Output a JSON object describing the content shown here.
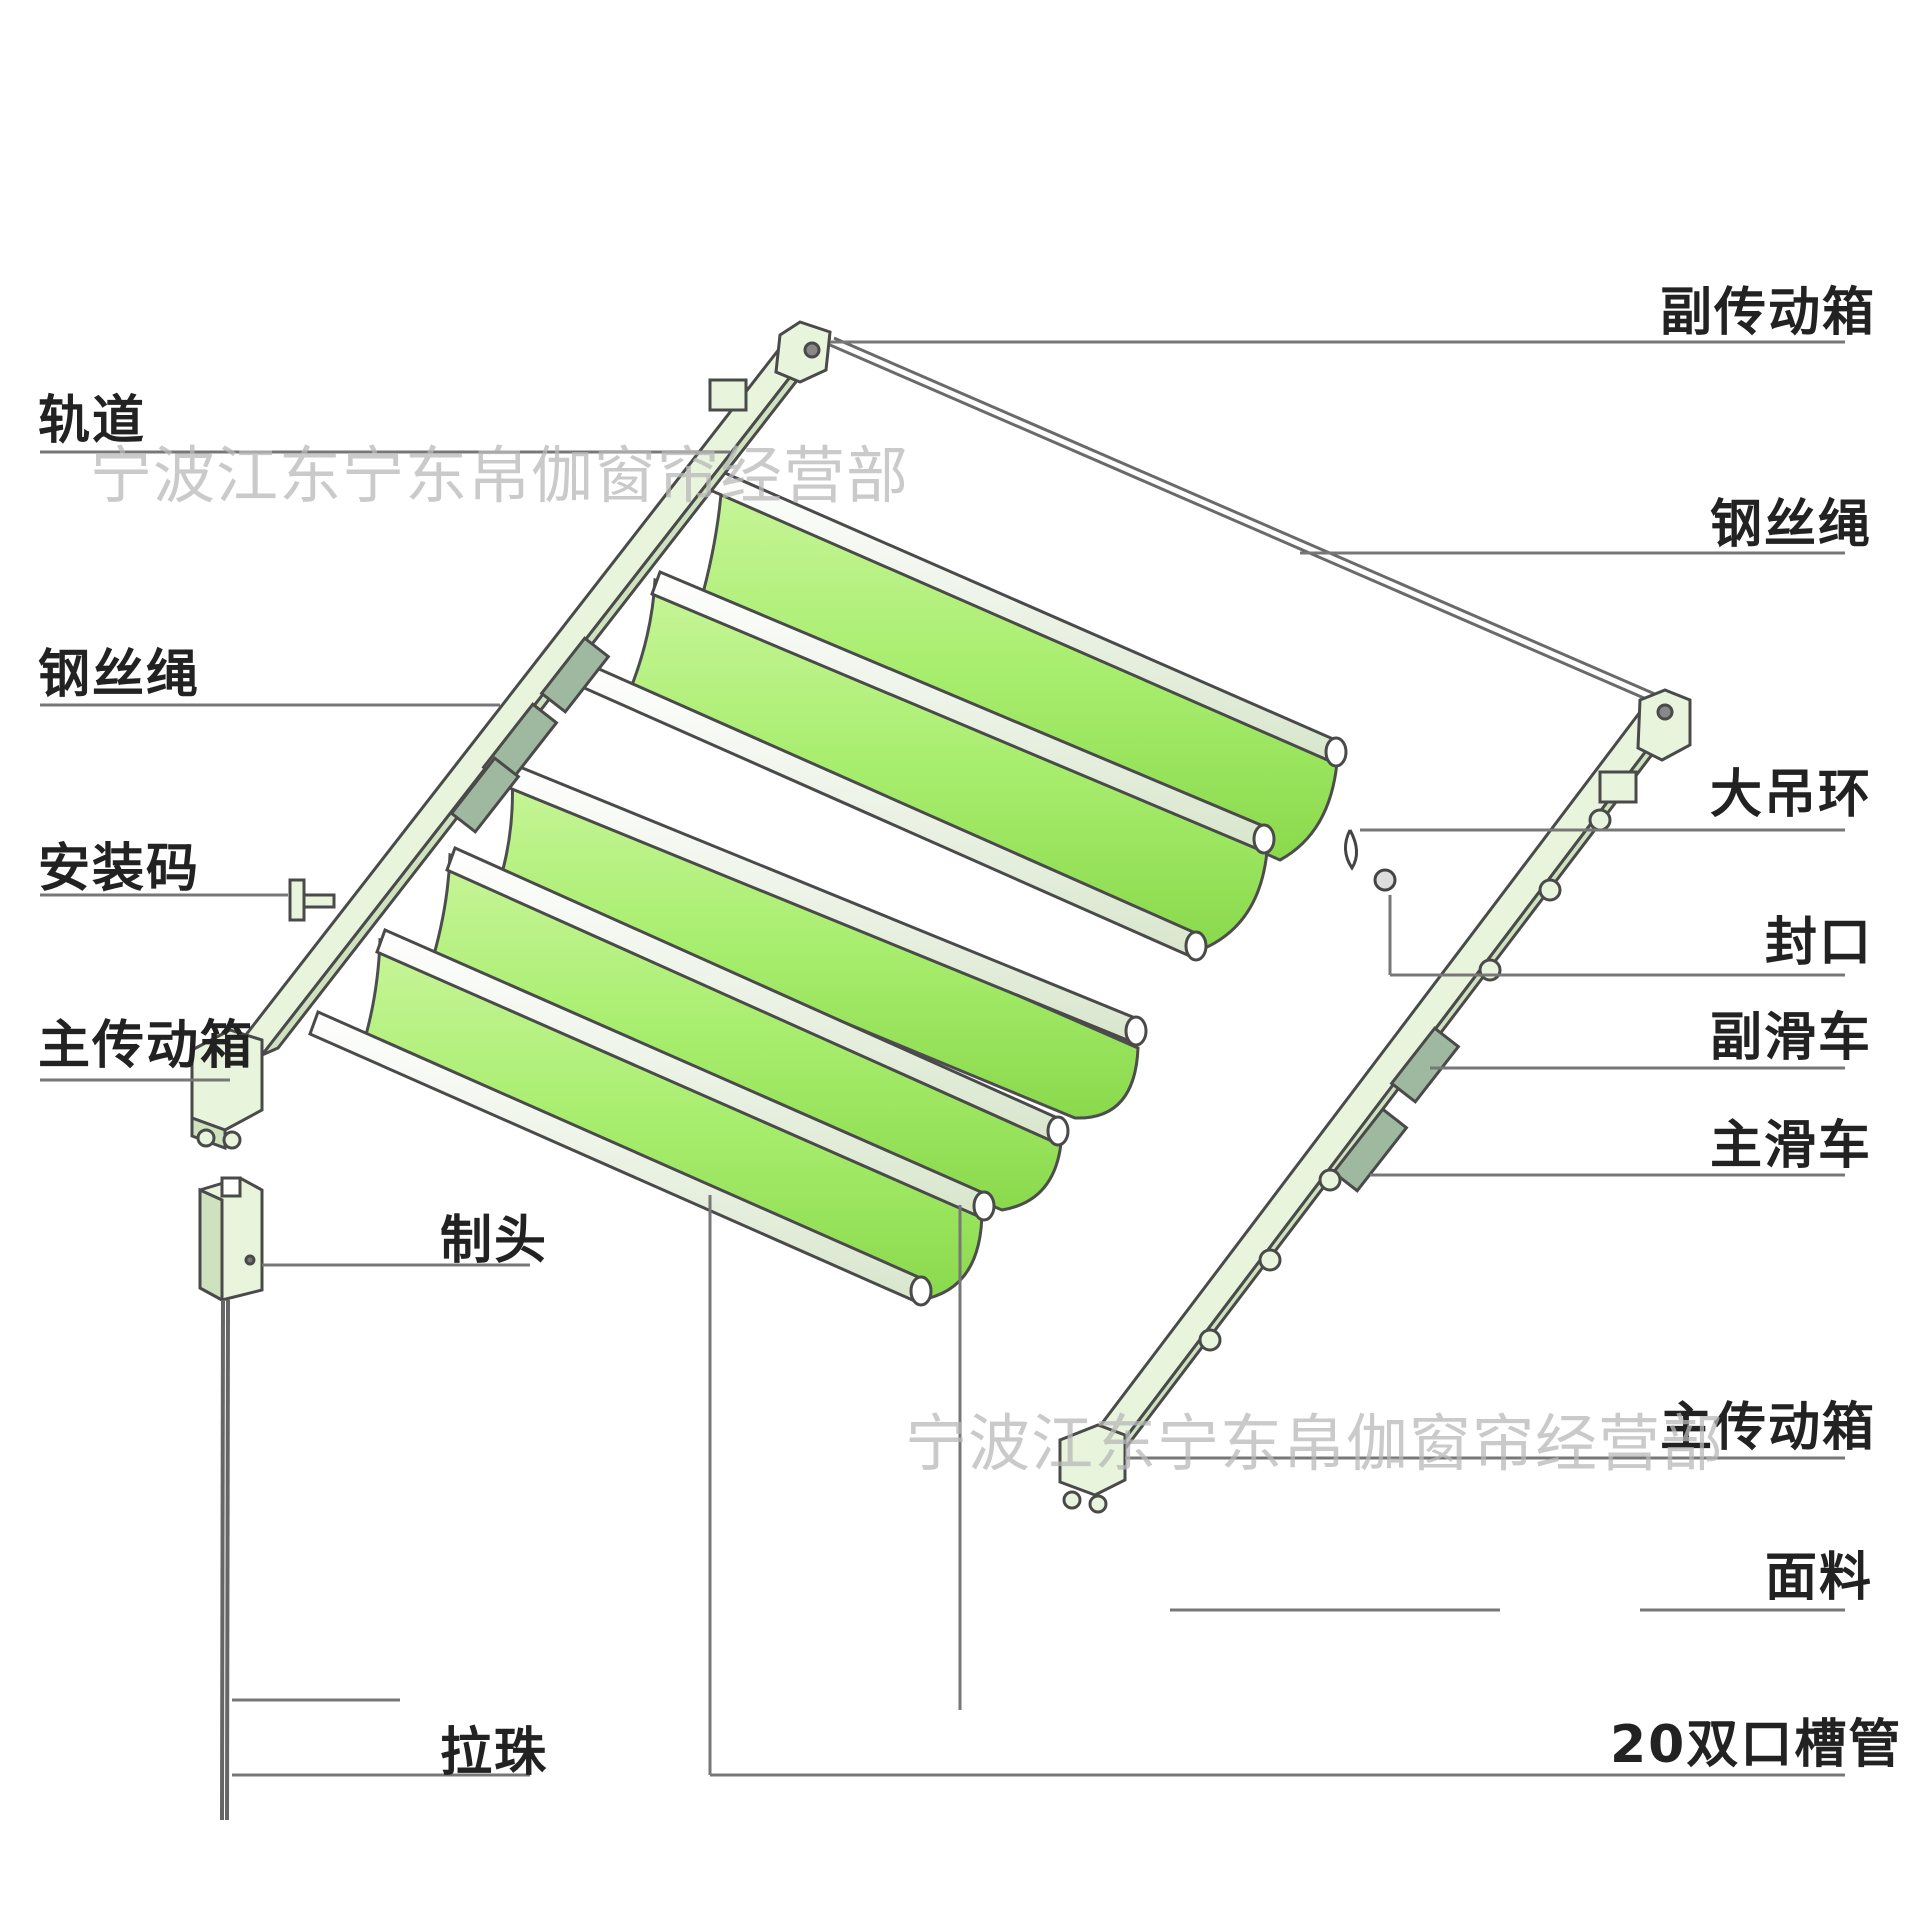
{
  "diagram": {
    "labels_left": {
      "track": "轨道",
      "wire_rope_left": "钢丝绳",
      "mount_bracket": "安装码",
      "main_gearbox_left": "主传动箱",
      "control_head": "制头",
      "pull_bead": "拉珠"
    },
    "labels_right": {
      "sub_gearbox": "副传动箱",
      "wire_rope_right": "钢丝绳",
      "big_hook_ring": "大吊环",
      "end_cap": "封口",
      "sub_carriage": "副滑车",
      "main_carriage": "主滑车",
      "main_gearbox_right": "主传动箱",
      "fabric": "面料",
      "tube": "20双口槽管"
    },
    "watermark": "宁波江东宁东帛伽窗帘经营部",
    "colors": {
      "fabric": "#a8ee6e",
      "fabric_shade": "#8ad94c",
      "rail": "#e8f4dc",
      "outline": "#555555",
      "leader": "#666666"
    }
  }
}
